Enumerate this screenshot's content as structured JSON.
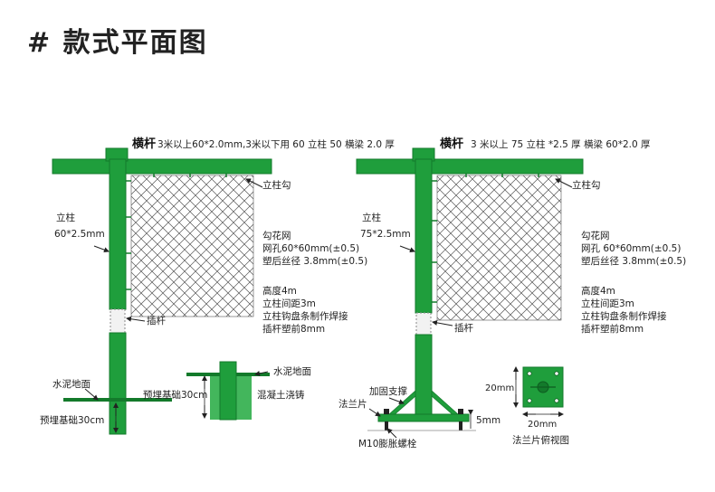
{
  "heading": "# 款式平面图",
  "left": {
    "crossbar_title": "横杆",
    "crossbar_spec": "3米以上60*2.0mm,3米以下用 60 立柱 50 横梁 2.0 厚",
    "hook_label": "立柱勾",
    "post_label": "立柱",
    "post_spec": "60*2.5mm",
    "mesh_lines": [
      "勾花网",
      "网孔60*60mm(±0.5)",
      "塑后丝径 3.8mm(±0.5)"
    ],
    "spec_lines": [
      "高度4m",
      "立柱间距3m",
      "立柱钩盘条制作焊接",
      "插杆塑前8mm"
    ],
    "insert_label": "插杆",
    "ground_label": "水泥地面",
    "embed_label": "预埋基础30cm",
    "detail_ground_label": "水泥地面",
    "detail_embed_label": "预埋基础30cm",
    "detail_concrete_label": "混凝土浇铸"
  },
  "right": {
    "crossbar_title": "横杆",
    "crossbar_spec": "3 米以上 75 立柱 *2.5 厚 横梁 60*2.0 厚",
    "hook_label": "立柱勾",
    "post_label": "立柱",
    "post_spec": "75*2.5mm",
    "mesh_lines": [
      "勾花网",
      "网孔 60*60mm(±0.5)",
      "塑后丝径 3.8mm(±0.5)"
    ],
    "spec_lines": [
      "高度4m",
      "立柱间距3m",
      "立柱钩盘条制作焊接",
      "插杆塑前8mm"
    ],
    "insert_label": "插杆",
    "brace_label": "加固支撑",
    "flange_label": "法兰片",
    "bolt_label": "M10膨胀螺栓",
    "thickness_label": "5mm",
    "plate_height_label": "20mm",
    "plate_width_label": "20mm",
    "plate_caption": "法兰片俯视图"
  },
  "colors": {
    "post_green": "#1f9e3c",
    "post_dark": "#137a2b",
    "concrete_green": "#2fae4a",
    "mesh": "#555555"
  }
}
